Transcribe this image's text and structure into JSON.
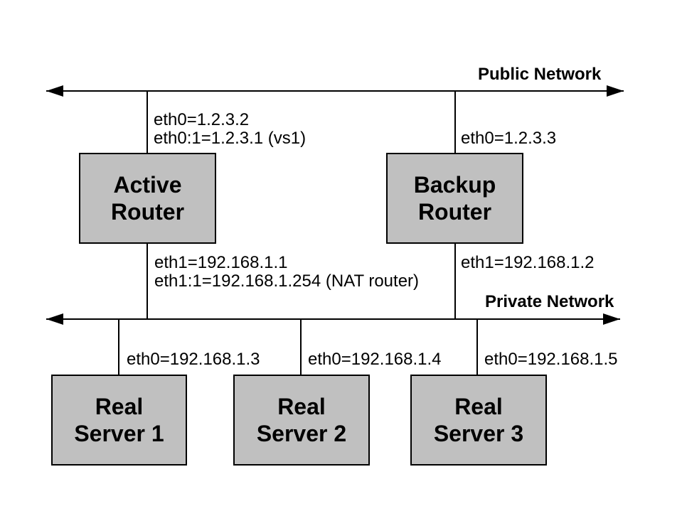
{
  "colors": {
    "background": "#ffffff",
    "box_fill": "#c0c0c0",
    "box_border": "#000000",
    "line": "#000000"
  },
  "networks": {
    "public": "Public Network",
    "private": "Private Network"
  },
  "nodes": {
    "active_router": "Active\nRouter",
    "backup_router": "Backup\nRouter",
    "real_server_1": "Real\nServer 1",
    "real_server_2": "Real\nServer 2",
    "real_server_3": "Real\nServer 3"
  },
  "interfaces": {
    "active_router_public": [
      "eth0=1.2.3.2",
      "eth0:1=1.2.3.1 (vs1)"
    ],
    "backup_router_public": [
      "eth0=1.2.3.3"
    ],
    "active_router_private": [
      "eth1=192.168.1.1",
      "eth1:1=192.168.1.254 (NAT router)"
    ],
    "backup_router_private": [
      "eth1=192.168.1.2"
    ],
    "real_server_1": [
      "eth0=192.168.1.3"
    ],
    "real_server_2": [
      "eth0=192.168.1.4"
    ],
    "real_server_3": [
      "eth0=192.168.1.5"
    ]
  }
}
